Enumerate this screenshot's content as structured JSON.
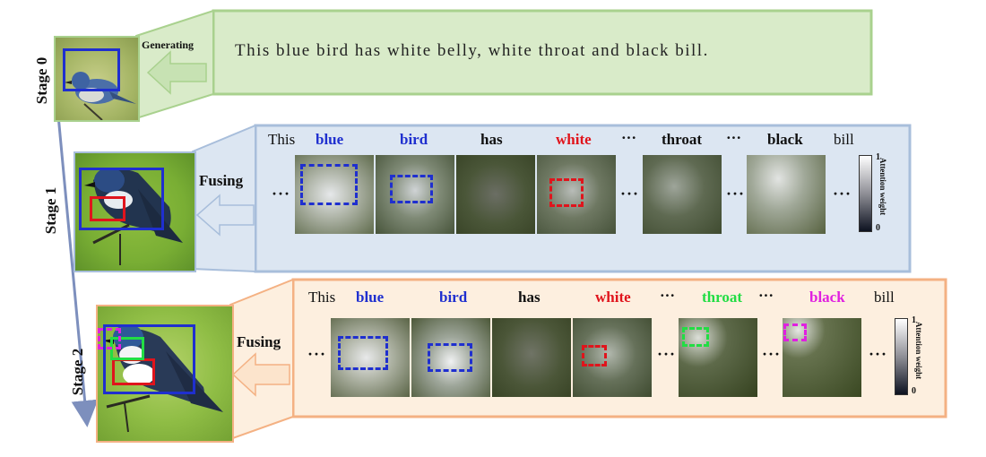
{
  "stage0": {
    "label": "Stage 0",
    "generating_label": "Generating",
    "caption": "This blue bird has white belly, white throat and black bill."
  },
  "stage1": {
    "label": "Stage 1",
    "fusing_label": "Fusing",
    "words": [
      {
        "text": "This",
        "color": "#111111",
        "bold": false
      },
      {
        "text": "blue",
        "color": "#1f2fcf",
        "bold": true
      },
      {
        "text": "bird",
        "color": "#1f2fcf",
        "bold": true
      },
      {
        "text": "has",
        "color": "#111111",
        "bold": true
      },
      {
        "text": "white",
        "color": "#e0141c",
        "bold": true
      },
      {
        "text": "···",
        "color": "#111111",
        "bold": true
      },
      {
        "text": "throat",
        "color": "#111111",
        "bold": true
      },
      {
        "text": "···",
        "color": "#111111",
        "bold": true
      },
      {
        "text": "black",
        "color": "#111111",
        "bold": true
      },
      {
        "text": "bill",
        "color": "#111111",
        "bold": false
      }
    ],
    "colorbar": {
      "max": "1",
      "min": "0",
      "label": "Attention weight"
    },
    "ellipsis": "···"
  },
  "stage2": {
    "label": "Stage 2",
    "fusing_label": "Fusing",
    "words": [
      {
        "text": "This",
        "color": "#111111",
        "bold": false
      },
      {
        "text": "blue",
        "color": "#1f2fcf",
        "bold": true
      },
      {
        "text": "bird",
        "color": "#1f2fcf",
        "bold": true
      },
      {
        "text": "has",
        "color": "#111111",
        "bold": true
      },
      {
        "text": "white",
        "color": "#e0141c",
        "bold": true
      },
      {
        "text": "···",
        "color": "#111111",
        "bold": true
      },
      {
        "text": "throat",
        "color": "#22dd44",
        "bold": true
      },
      {
        "text": "···",
        "color": "#111111",
        "bold": true
      },
      {
        "text": "black",
        "color": "#e020e0",
        "bold": true
      },
      {
        "text": "bill",
        "color": "#111111",
        "bold": false
      }
    ],
    "colorbar": {
      "max": "1",
      "min": "0",
      "label": "Attention weight"
    },
    "ellipsis": "···"
  },
  "colors": {
    "stage0_panel": "#d9ebc9",
    "stage0_border": "#a9d18e",
    "stage1_panel": "#dce6f2",
    "stage1_border": "#a8bedb",
    "stage2_panel": "#fdefdf",
    "stage2_border": "#f4b183",
    "box_blue": "#1f2fcf",
    "box_red": "#e0141c",
    "box_green": "#22dd44",
    "box_magenta": "#e020e0"
  }
}
